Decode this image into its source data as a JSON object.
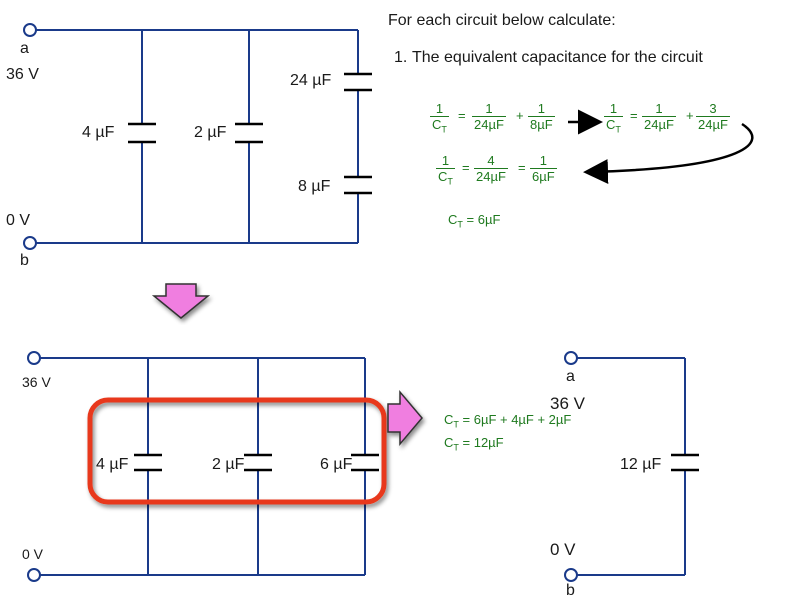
{
  "instructions": {
    "heading": "For each circuit below calculate:",
    "item_number": "1.",
    "item_text": "The equivalent capacitance for the circuit"
  },
  "circuit_top": {
    "terminal_a": "a",
    "voltage_top": "36 V",
    "voltage_bottom": "0 V",
    "terminal_b": "b",
    "capacitors": [
      "4 µF",
      "2 µF",
      "24 µF",
      "8 µF"
    ]
  },
  "series_calc": {
    "step1": {
      "lhs": {
        "num": "1",
        "den": "C_T"
      },
      "terms": [
        {
          "num": "1",
          "den": "24µF"
        },
        {
          "num": "1",
          "den": "8µF"
        }
      ]
    },
    "step2": {
      "lhs": {
        "num": "1",
        "den": "C_T"
      },
      "terms": [
        {
          "num": "1",
          "den": "24µF"
        },
        {
          "num": "3",
          "den": "24µF"
        }
      ]
    },
    "step3": {
      "lhs": {
        "num": "1",
        "den": "C_T"
      },
      "mid": {
        "num": "4",
        "den": "24µF"
      },
      "rhs": {
        "num": "1",
        "den": "6µF"
      }
    },
    "result": "= 6µF"
  },
  "circuit_mid": {
    "voltage_top": "36 V",
    "voltage_bottom": "0 V",
    "capacitors": [
      "4 µF",
      "2 µF",
      "6 µF"
    ]
  },
  "parallel_calc": {
    "line1": "= 6µF + 4µF + 2µF",
    "line2": "= 12µF"
  },
  "circuit_final": {
    "terminal_a": "a",
    "voltage_top": "36 V",
    "voltage_bottom": "0 V",
    "terminal_b": "b",
    "capacitor": "12 µF"
  },
  "symbols": {
    "ct": "C",
    "ct_sub": "T"
  },
  "colors": {
    "wire": "#1a3a8a",
    "equation": "#1f7a1f",
    "highlight": "#e8391d",
    "pink_arrow": "#f07ee0"
  }
}
